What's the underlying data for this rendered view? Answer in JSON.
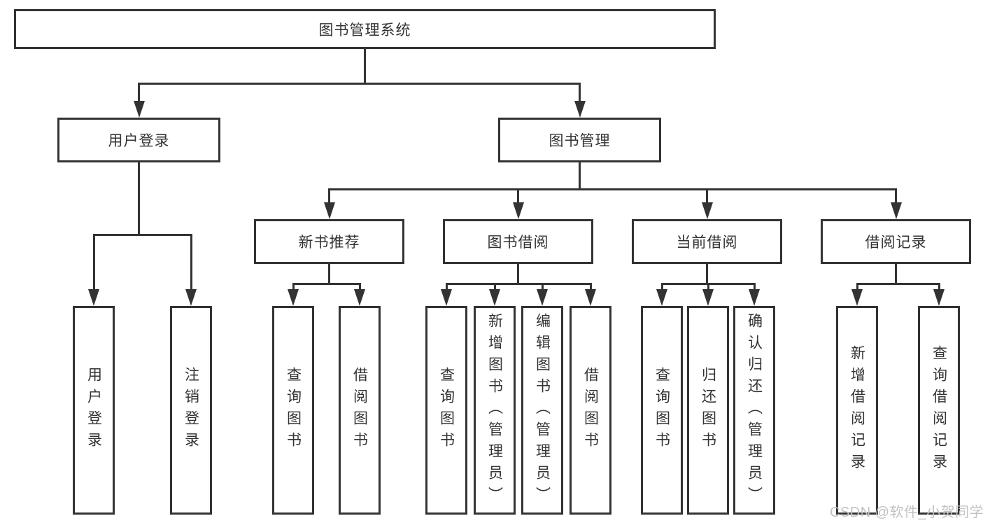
{
  "tree": {
    "label": "图书管理系统",
    "children": [
      {
        "label": "用户登录",
        "children": [
          {
            "label": "用户登录"
          },
          {
            "label": "注销登录"
          }
        ]
      },
      {
        "label": "图书管理",
        "children": [
          {
            "label": "新书推荐",
            "children": [
              {
                "label": "查询图书"
              },
              {
                "label": "借阅图书"
              }
            ]
          },
          {
            "label": "图书借阅",
            "children": [
              {
                "label": "查询图书"
              },
              {
                "label": "新增图书（管理员）"
              },
              {
                "label": "编辑图书（管理员）"
              },
              {
                "label": "借阅图书"
              }
            ]
          },
          {
            "label": "当前借阅",
            "children": [
              {
                "label": "查询图书"
              },
              {
                "label": "归还图书"
              },
              {
                "label": "确认归还（管理员）"
              }
            ]
          },
          {
            "label": "借阅记录",
            "children": [
              {
                "label": "新增借阅记录"
              },
              {
                "label": "查询借阅记录"
              }
            ]
          }
        ]
      }
    ]
  },
  "watermark": "CSDN @软件_小贺同学",
  "colors": {
    "line": "#333333",
    "text": "#333333",
    "watermark": "#c2c2c2",
    "background": "#ffffff"
  }
}
